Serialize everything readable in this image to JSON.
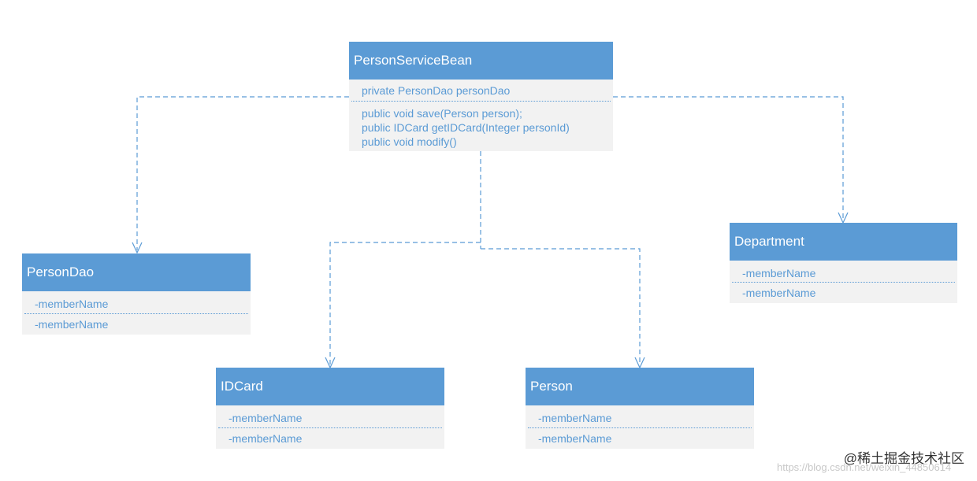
{
  "colors": {
    "header": "#5b9bd5",
    "body": "#f2f2f2",
    "text": "#5b9bd5",
    "connector": "#5b9bd5"
  },
  "classes": {
    "service": {
      "name": "PersonServiceBean",
      "attributes": [
        "private PersonDao personDao"
      ],
      "methods": [
        "public void save(Person person);",
        "public IDCard getIDCard(Integer personId)",
        "public void modify()"
      ]
    },
    "personDao": {
      "name": "PersonDao",
      "attributes": [
        "-memberName"
      ],
      "methods": [
        "-memberName"
      ]
    },
    "department": {
      "name": "Department",
      "attributes": [
        "-memberName"
      ],
      "methods": [
        "-memberName"
      ]
    },
    "idCard": {
      "name": "IDCard",
      "attributes": [
        "-memberName"
      ],
      "methods": [
        "-memberName"
      ]
    },
    "person": {
      "name": "Person",
      "attributes": [
        "-memberName"
      ],
      "methods": [
        "-memberName"
      ]
    }
  },
  "relations": [
    {
      "from": "PersonServiceBean",
      "to": "PersonDao",
      "type": "dependency"
    },
    {
      "from": "PersonServiceBean",
      "to": "Department",
      "type": "dependency"
    },
    {
      "from": "PersonServiceBean",
      "to": "IDCard",
      "type": "dependency"
    },
    {
      "from": "PersonServiceBean",
      "to": "Person",
      "type": "dependency"
    }
  ],
  "watermark": {
    "text": "@稀土掘金技术社区",
    "url": "https://blog.csdn.net/weixin_44850614"
  }
}
